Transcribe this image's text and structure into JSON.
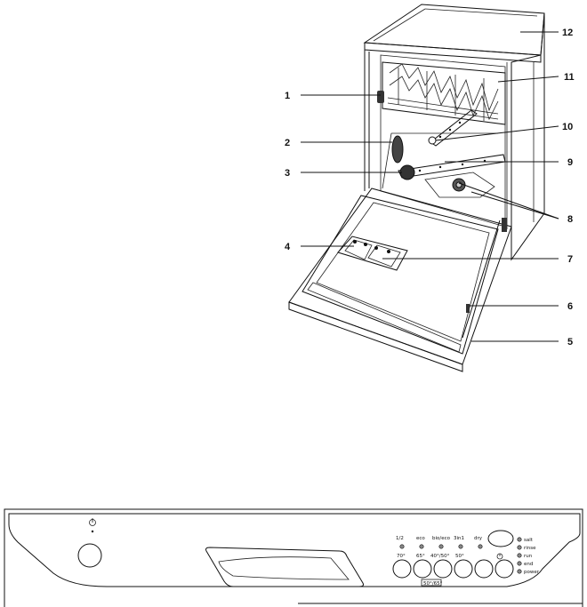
{
  "dishwasher_callouts": [
    {
      "id": "c1",
      "label": "1"
    },
    {
      "id": "c2",
      "label": "2"
    },
    {
      "id": "c3",
      "label": "3"
    },
    {
      "id": "c4",
      "label": "4"
    },
    {
      "id": "c5",
      "label": "5"
    },
    {
      "id": "c6",
      "label": "6"
    },
    {
      "id": "c7",
      "label": "7"
    },
    {
      "id": "c8",
      "label": "8"
    },
    {
      "id": "c9",
      "label": "9"
    },
    {
      "id": "c10",
      "label": "10"
    },
    {
      "id": "c11",
      "label": "11"
    },
    {
      "id": "c12",
      "label": "12"
    }
  ],
  "control_panel": {
    "program_temps": [
      "70°",
      "65°",
      "40°/50°",
      "50°"
    ],
    "program_note": "50°/65°",
    "option_glyphs": [
      "1/2",
      "eco",
      "bio/eco",
      "3in1",
      "dry"
    ],
    "indicator_glyphs": [
      "salt",
      "rinse",
      "run",
      "end",
      "power"
    ]
  }
}
